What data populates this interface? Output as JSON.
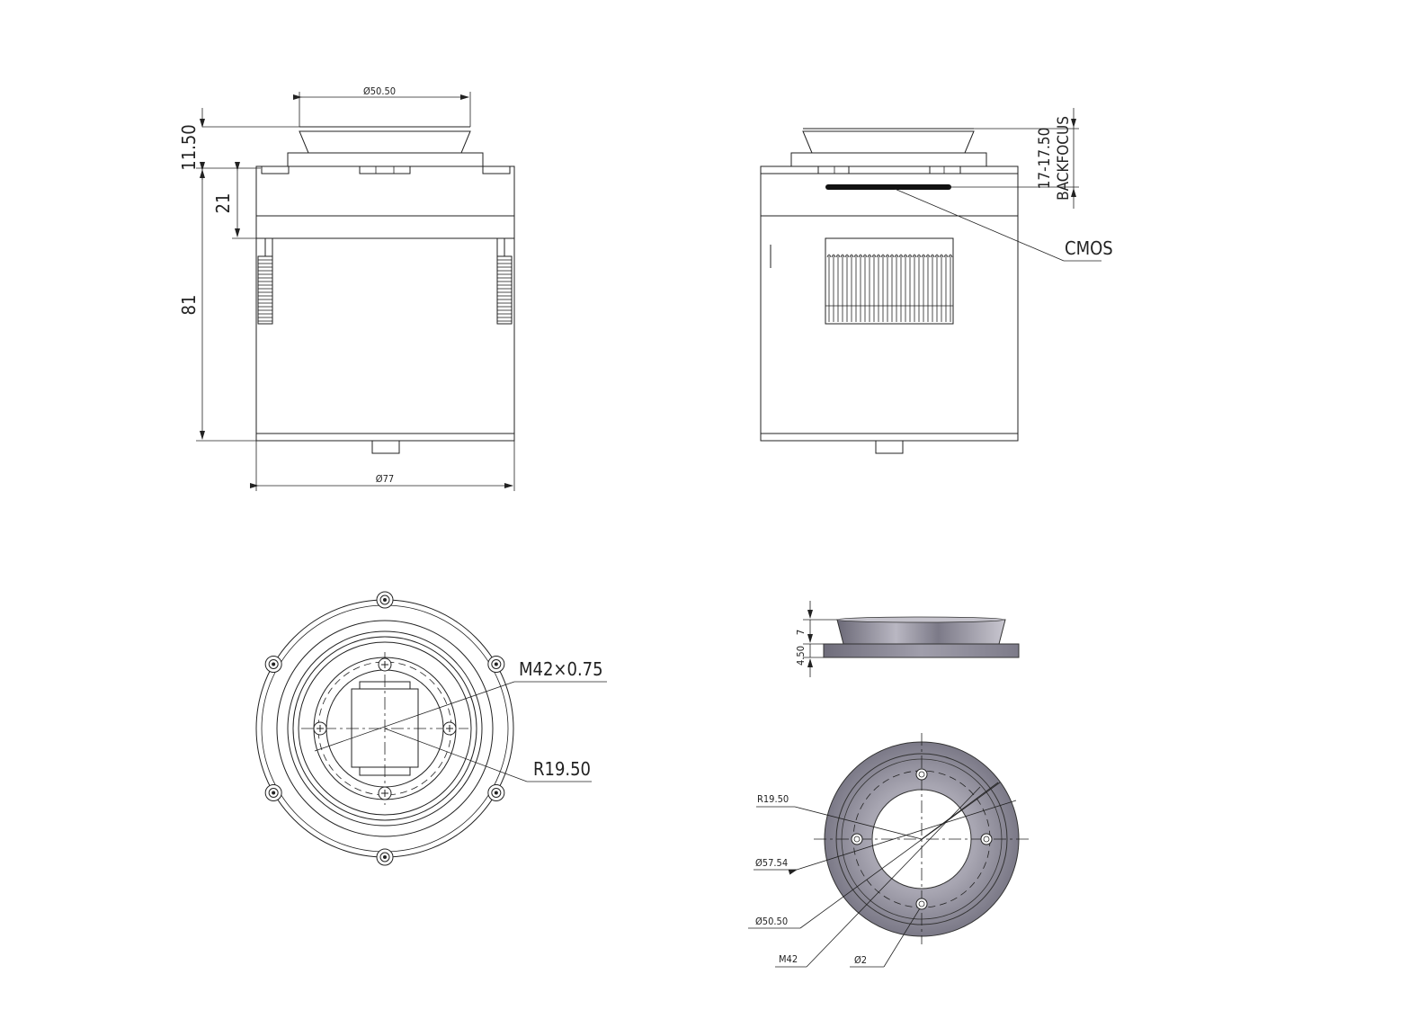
{
  "views": {
    "front": {
      "dim_top_dia": "Ø50.50",
      "dim_flange_h": "11.50",
      "dim_upper_h": "21",
      "dim_total_h": "81",
      "dim_body_dia": "Ø77"
    },
    "side": {
      "dim_backfocus_value": "17-17.50",
      "dim_backfocus_word": "BACKFOCUS",
      "sensor_label": "CMOS"
    },
    "bottom_face": {
      "thread_label": "M42×0.75",
      "radius_label": "R19.50"
    },
    "adapter_side": {
      "dim_cone_h": "7",
      "dim_base_h": "4.50"
    },
    "adapter_face": {
      "radius_label": "R19.50",
      "outer_dia_label": "Ø57.54",
      "mid_dia_label": "Ø50.50",
      "thread_label": "M42",
      "hole_dia_label": "Ø2"
    }
  },
  "colors": {
    "line": "#222222",
    "adapter_fill": "#8f8d99",
    "adapter_dark": "#5f5d6a"
  }
}
